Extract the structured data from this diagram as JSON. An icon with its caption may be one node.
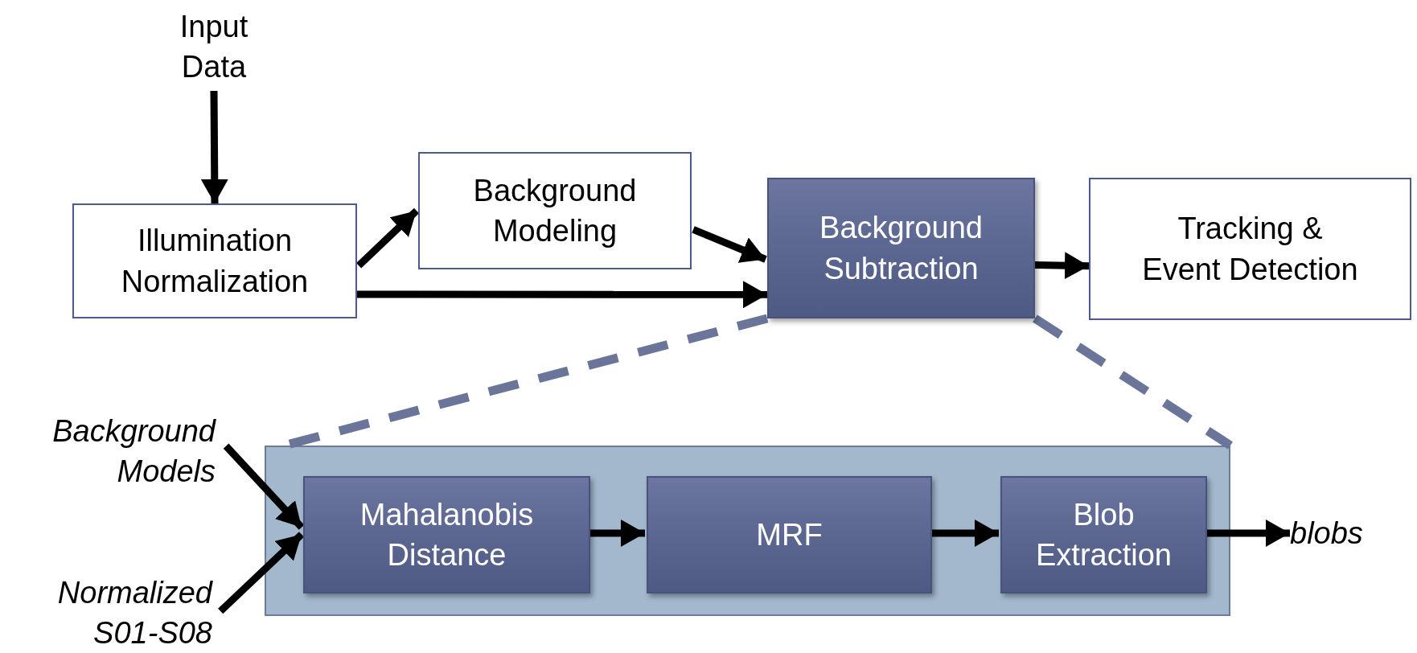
{
  "diagram": {
    "nodes": [
      {
        "text": [
          "Input Data"
        ]
      },
      {
        "text": [
          "Illumination Normalization"
        ]
      },
      {
        "text": [
          "Background Modeling"
        ]
      },
      {
        "text": [
          "Background Subtraction"
        ]
      },
      {
        "text": [
          "Tracking & Event Detection"
        ]
      },
      {
        "text": [],
        "shape": "box"
      },
      {
        "text": [
          "Mahalanobis Distance"
        ],
        "in": 5
      },
      {
        "text": [
          "MRF"
        ],
        "in": 5
      },
      {
        "text": [
          "Blob Extraction"
        ],
        "in": 5
      },
      {
        "text": [
          "Background Models"
        ]
      },
      {
        "text": [
          "Normalized S01-S08"
        ]
      },
      {
        "text": [
          "blobs"
        ]
      }
    ],
    "edges": [
      {
        "from": 0,
        "to": 1,
        "arrow": "to"
      },
      {
        "from": 1,
        "to": 2,
        "arrow": "to"
      },
      {
        "from": 2,
        "to": 3,
        "arrow": "to"
      },
      {
        "from": 1,
        "to": 3,
        "arrow": "to"
      },
      {
        "from": 3,
        "to": 4,
        "arrow": "to"
      },
      {
        "from": 3,
        "to": 5,
        "arrow": "none",
        "style": "dashed",
        "color": "#6b7599"
      },
      {
        "from": 3,
        "to": 5,
        "arrow": "none",
        "style": "dashed",
        "color": "#6b7599"
      },
      {
        "from": 9,
        "to": 6,
        "arrow": "to"
      },
      {
        "from": 10,
        "to": 6,
        "arrow": "to"
      },
      {
        "from": 6,
        "to": 7,
        "arrow": "to"
      },
      {
        "from": 7,
        "to": 8,
        "arrow": "to"
      },
      {
        "from": 8,
        "to": 11,
        "arrow": "to"
      }
    ]
  }
}
